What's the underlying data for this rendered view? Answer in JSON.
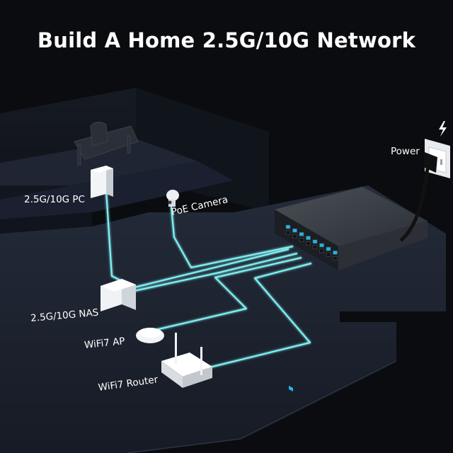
{
  "title": "Build A Home 2.5G/10G Network",
  "labels": {
    "pc": "2.5G/10G PC",
    "camera": "PoE Camera",
    "nas": "2.5G/10G NAS",
    "ap": "WiFi7 AP",
    "router": "WiFi7 Router",
    "power": "Power"
  },
  "colors": {
    "background": "#0b0c0f",
    "floor": "#1c2230",
    "cable": "#7ff0f2",
    "switch": "#3a3f46",
    "port_led": "#1fb8e8"
  },
  "icons": {
    "power": "lightning-bolt-icon",
    "pc": "pc-tower-icon",
    "camera": "security-camera-icon",
    "nas": "nas-box-icon",
    "ap": "access-point-icon",
    "router": "router-icon",
    "switch": "network-switch-icon",
    "outlet": "wall-outlet-icon"
  }
}
